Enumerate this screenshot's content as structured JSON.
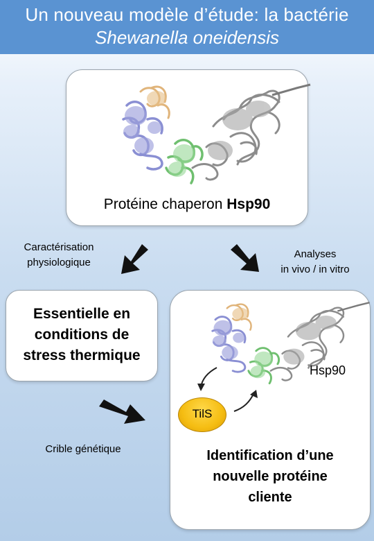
{
  "title": {
    "line1": "Un nouveau modèle d’étude: la bactérie",
    "line2": "Shewanella oneidensis"
  },
  "top_box": {
    "caption_prefix": "Protéine chaperon ",
    "caption_bold": "Hsp90"
  },
  "labels": {
    "characterisation_l1": "Caractérisation",
    "characterisation_l2": "physiologique",
    "analyses_l1": "Analyses",
    "analyses_l2": "in vivo / in vitro",
    "crible": "Crible génétique"
  },
  "left_box": {
    "line1": "Essentielle en",
    "line2": "conditions de",
    "line3": "stress thermique"
  },
  "right_box": {
    "hsp90": "Hsp90",
    "tils": "TilS",
    "line1": "Identification d’une",
    "line2": "nouvelle protéine",
    "line3": "cliente"
  },
  "colors": {
    "title_band": "#5a93d2",
    "domain_blue": "#8f92d6",
    "domain_orange": "#e6be86",
    "domain_green": "#8ed48e",
    "domain_gray": "#9a9a9a",
    "tils_yellow": "#f5bd12"
  }
}
